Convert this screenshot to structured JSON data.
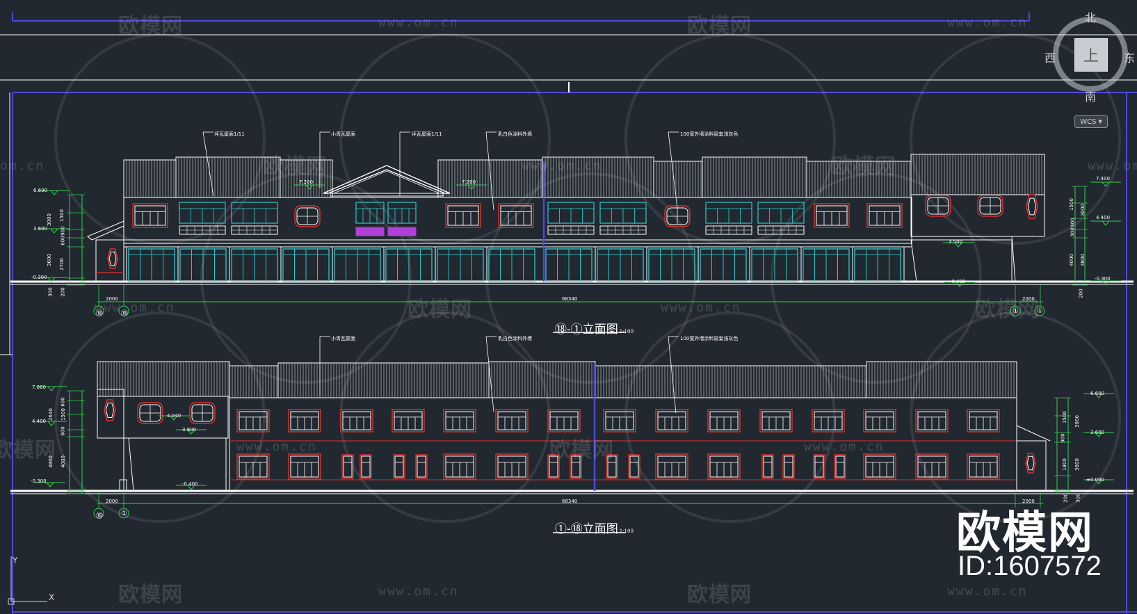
{
  "watermark": {
    "brand": "欧模网",
    "url": "www.om.cn",
    "url_partial": "om.cn"
  },
  "viewcube": {
    "north": "北",
    "south": "南",
    "east": "东",
    "west": "西",
    "face": "上",
    "wcs": "WCS"
  },
  "elevation_top": {
    "title_a": "⑱",
    "title_sep": "-",
    "title_b": "①",
    "title": "立面图",
    "scale": "1:100",
    "callouts": [
      "坪瓦屋面1/11",
      "小青瓦屋面",
      "坪瓦屋面1/11",
      "乳白色涂料外墙",
      "100宽外墙涂料窗套浅灰色"
    ],
    "levels_left": [
      "6.600",
      "3.600",
      "-0.300"
    ],
    "levels_right": [
      "7.400",
      "4.400",
      "-0.300"
    ],
    "roof_levels": [
      "7.200",
      "7.200"
    ],
    "inner_levels": [
      "3.500",
      "-0.400"
    ],
    "dims_left": [
      "3000",
      "1500",
      "900",
      "600",
      "2700",
      "3600",
      "300",
      "200"
    ],
    "dims_right": [
      "3000",
      "1500",
      "900",
      "300",
      "4800",
      "4000",
      "200"
    ],
    "dim_total": "68340",
    "dim_left": "2000",
    "dim_right": "2000",
    "axis_left": [
      "⑱",
      "⑱"
    ],
    "axis_right": [
      "①",
      "①"
    ]
  },
  "elevation_bottom": {
    "title_a": "①",
    "title_sep": "-",
    "title_b": "⑱",
    "title": "立面图",
    "scale": "1:100",
    "callouts": [
      "小青瓦屋面",
      "乳白色涂料外墙",
      "100宽外墙涂料窗套浅灰色"
    ],
    "levels_left": [
      "7.060",
      "4.400",
      "-0.300"
    ],
    "levels_right": [
      "6.600",
      "3.600",
      "±0.000"
    ],
    "inner_levels": [
      "4.040",
      "3.800",
      "-0.400"
    ],
    "dims_left": [
      "600",
      "2640",
      "1500",
      "600",
      "4800",
      "4000"
    ],
    "dims_right": [
      "3000",
      "1500",
      "900",
      "3600",
      "1800",
      "200",
      "300"
    ],
    "dim_total": "68340",
    "dim_left": "2000",
    "dim_right": "2000",
    "axis_left": [
      "⑱",
      "①"
    ]
  },
  "brand_mark": {
    "name": "欧模网",
    "id": "ID:1607572"
  },
  "colors": {
    "background": "#212830",
    "line": "#ffffff",
    "dim": "#35d04a",
    "glass": "#2ed6d6",
    "frame": "#e0302e",
    "accent": "#4b4bd8",
    "purple": "#b040d8"
  }
}
